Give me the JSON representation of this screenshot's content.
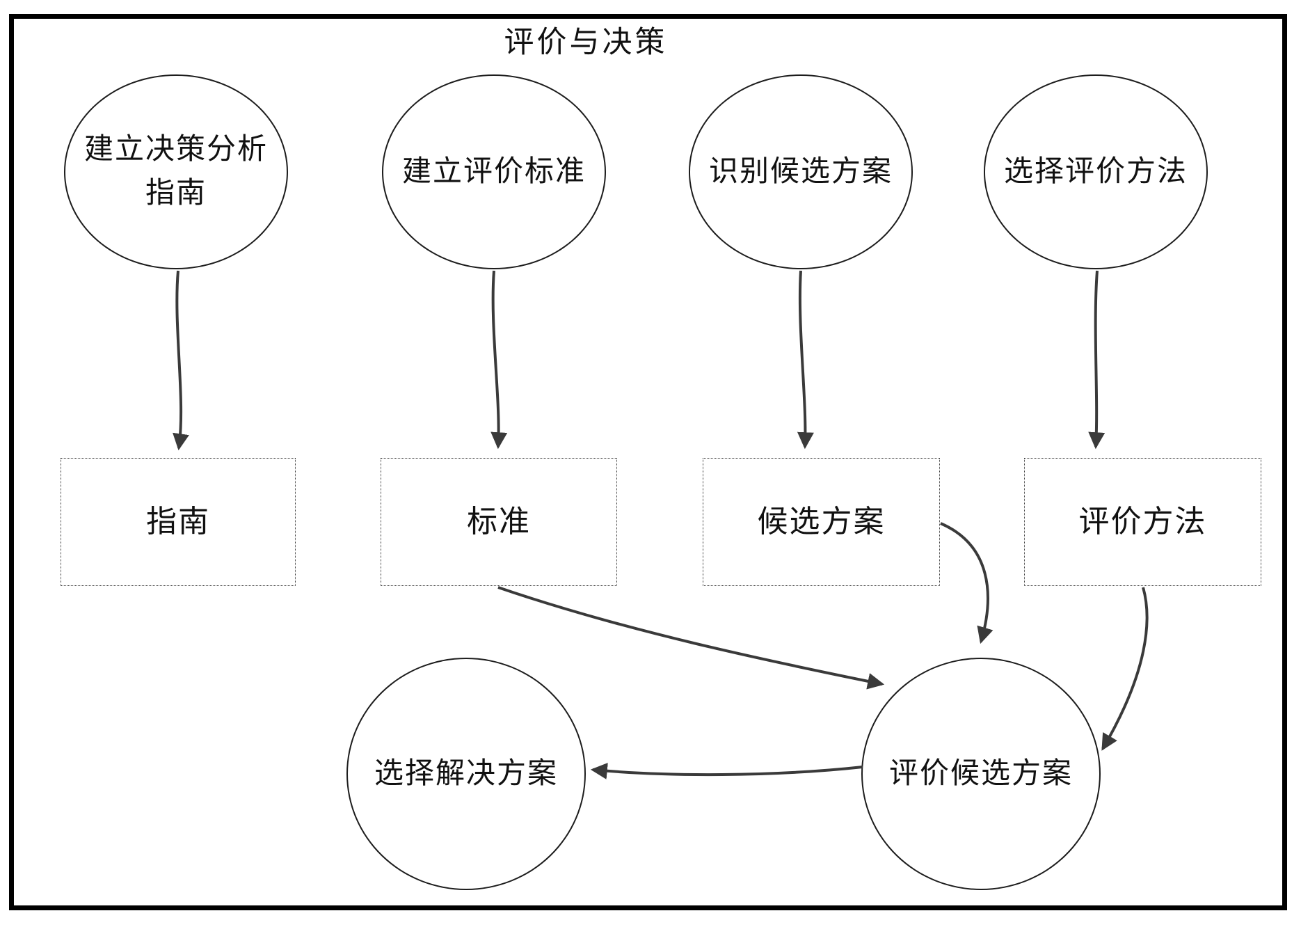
{
  "title": "评价与决策",
  "colors": {
    "arrow": "#3a3a3a",
    "shape_stroke": "#1d1d1d",
    "frame": "#000000",
    "background": "#ffffff"
  },
  "nodes": {
    "top_circles": [
      {
        "id": "establish-decision-guide",
        "lines": [
          "建立决策分析",
          "指南"
        ]
      },
      {
        "id": "establish-evaluation-criteria",
        "lines": [
          "建立评价标准"
        ]
      },
      {
        "id": "identify-candidate-solutions",
        "lines": [
          "识别候选方案"
        ]
      },
      {
        "id": "select-evaluation-method",
        "lines": [
          "选择评价方法"
        ]
      }
    ],
    "artifact_boxes": [
      {
        "id": "guide",
        "label": "指南"
      },
      {
        "id": "criteria",
        "label": "标准"
      },
      {
        "id": "candidate-solutions",
        "label": "候选方案"
      },
      {
        "id": "evaluation-method",
        "label": "评价方法"
      }
    ],
    "bottom_circles": [
      {
        "id": "select-solution",
        "label": "选择解决方案"
      },
      {
        "id": "evaluate-candidate-solutions",
        "label": "评价候选方案"
      }
    ]
  },
  "edges": [
    {
      "from": "establish-decision-guide",
      "to": "guide"
    },
    {
      "from": "establish-evaluation-criteria",
      "to": "criteria"
    },
    {
      "from": "identify-candidate-solutions",
      "to": "candidate-solutions"
    },
    {
      "from": "select-evaluation-method",
      "to": "evaluation-method"
    },
    {
      "from": "criteria",
      "to": "evaluate-candidate-solutions"
    },
    {
      "from": "candidate-solutions",
      "to": "evaluate-candidate-solutions"
    },
    {
      "from": "evaluation-method",
      "to": "evaluate-candidate-solutions"
    },
    {
      "from": "evaluate-candidate-solutions",
      "to": "select-solution"
    }
  ]
}
